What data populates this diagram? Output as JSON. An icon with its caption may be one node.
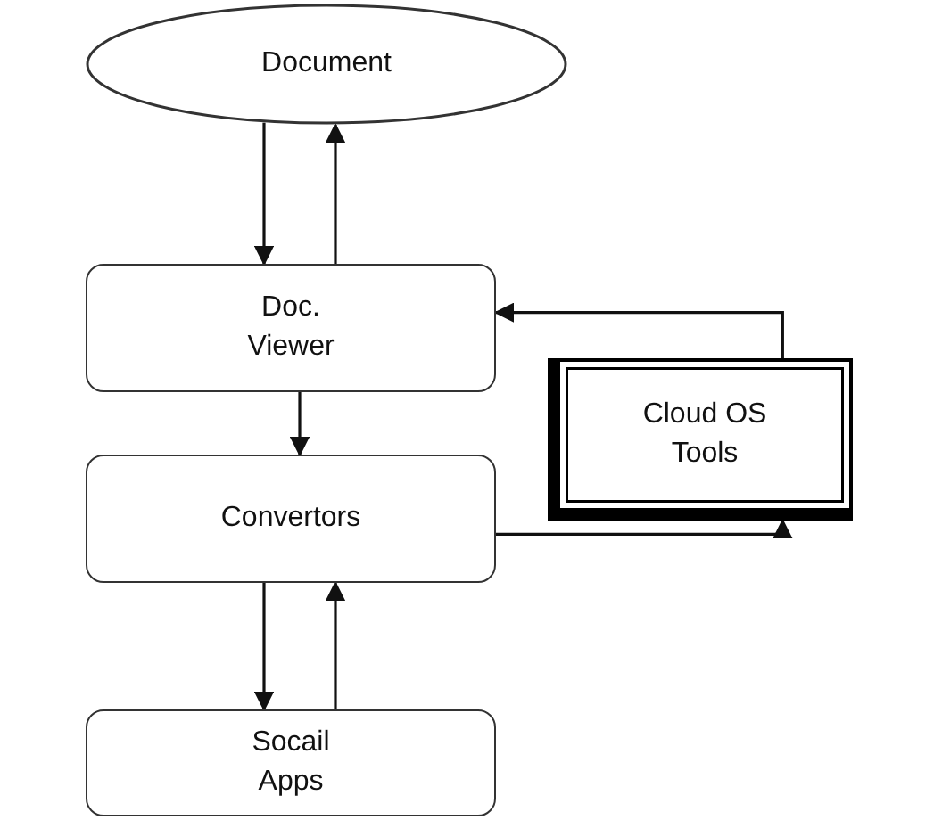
{
  "diagram": {
    "nodes": [
      {
        "text": [
          "Document"
        ]
      },
      {
        "text": [
          "Doc. Viewer"
        ]
      },
      {
        "text": [
          "Cloud OS Tools"
        ]
      },
      {
        "text": [
          "Convertors"
        ]
      },
      {
        "text": [
          "Socail Apps"
        ]
      }
    ],
    "edges": [
      {
        "from": 0,
        "to": 1,
        "arrow": "to"
      },
      {
        "from": 1,
        "to": 0,
        "arrow": "to"
      },
      {
        "from": 1,
        "to": 3,
        "arrow": "to"
      },
      {
        "from": 3,
        "to": 2,
        "arrow": "to"
      },
      {
        "from": 2,
        "to": 1,
        "arrow": "to"
      },
      {
        "from": 3,
        "to": 4,
        "arrow": "to"
      },
      {
        "from": 4,
        "to": 3,
        "arrow": "to"
      }
    ]
  }
}
